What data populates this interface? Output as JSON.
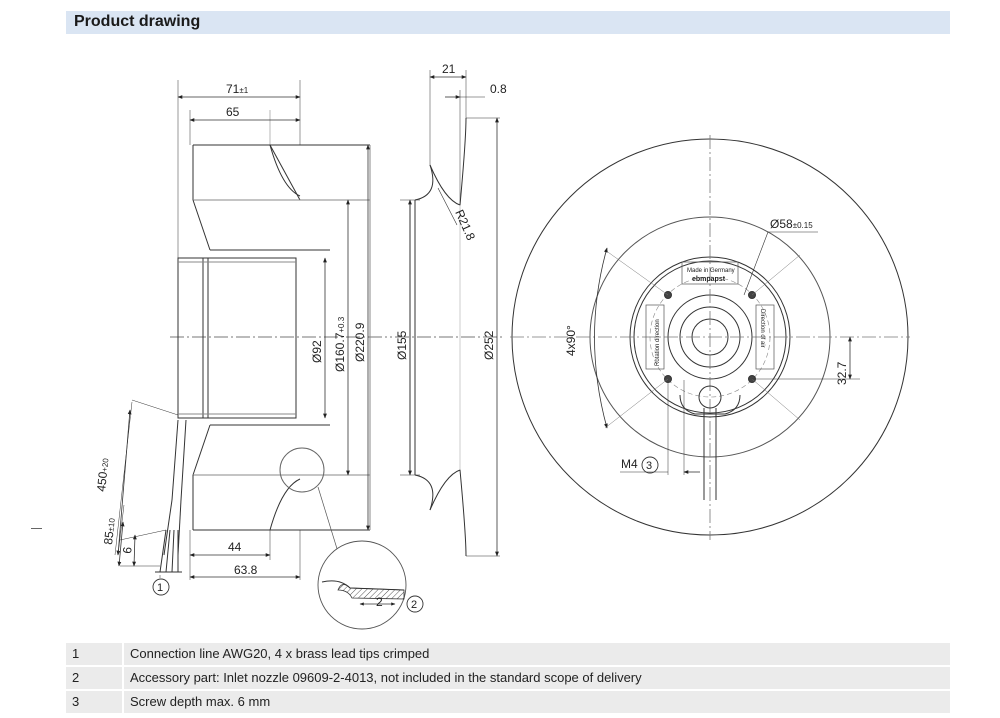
{
  "header": {
    "title": "Product drawing"
  },
  "dimensions": {
    "width_71": "71",
    "tol_71": "±1",
    "width_65": "65",
    "len_450": "450",
    "tol_450": "+20",
    "len_85": "85",
    "tol_85": "±10",
    "len_6": "6",
    "len_44": "44",
    "len_63_8": "63.8",
    "dia_92": "Ø92",
    "dia_160_7": "Ø160.7",
    "tol_160_7": "+0.3",
    "dia_220_9": "Ø220.9",
    "top_21": "21",
    "top_0_8": "0.8",
    "radius_21_8": "R21.8",
    "dia_155": "Ø155",
    "dia_252": "Ø252",
    "dia_58": "Ø58",
    "tol_58": "±0.15",
    "angle_4x90": "4x90°",
    "len_32_7": "32.7",
    "screw_m4": "M4",
    "detail_2": "2"
  },
  "callouts": {
    "c1": "1",
    "c2": "2",
    "c3": "3"
  },
  "hub_labels": {
    "made_in": "Made in Germany",
    "brand": "ebmpapst",
    "left_text": "Rotation direction",
    "right_text": "Direction of air"
  },
  "notes": [
    {
      "num": "1",
      "text": "Connection line AWG20, 4 x brass lead tips crimped"
    },
    {
      "num": "2",
      "text": "Accessory part: Inlet nozzle 09609-2-4013, not included in the standard scope of delivery"
    },
    {
      "num": "3",
      "text": "Screw depth max. 6 mm"
    }
  ]
}
